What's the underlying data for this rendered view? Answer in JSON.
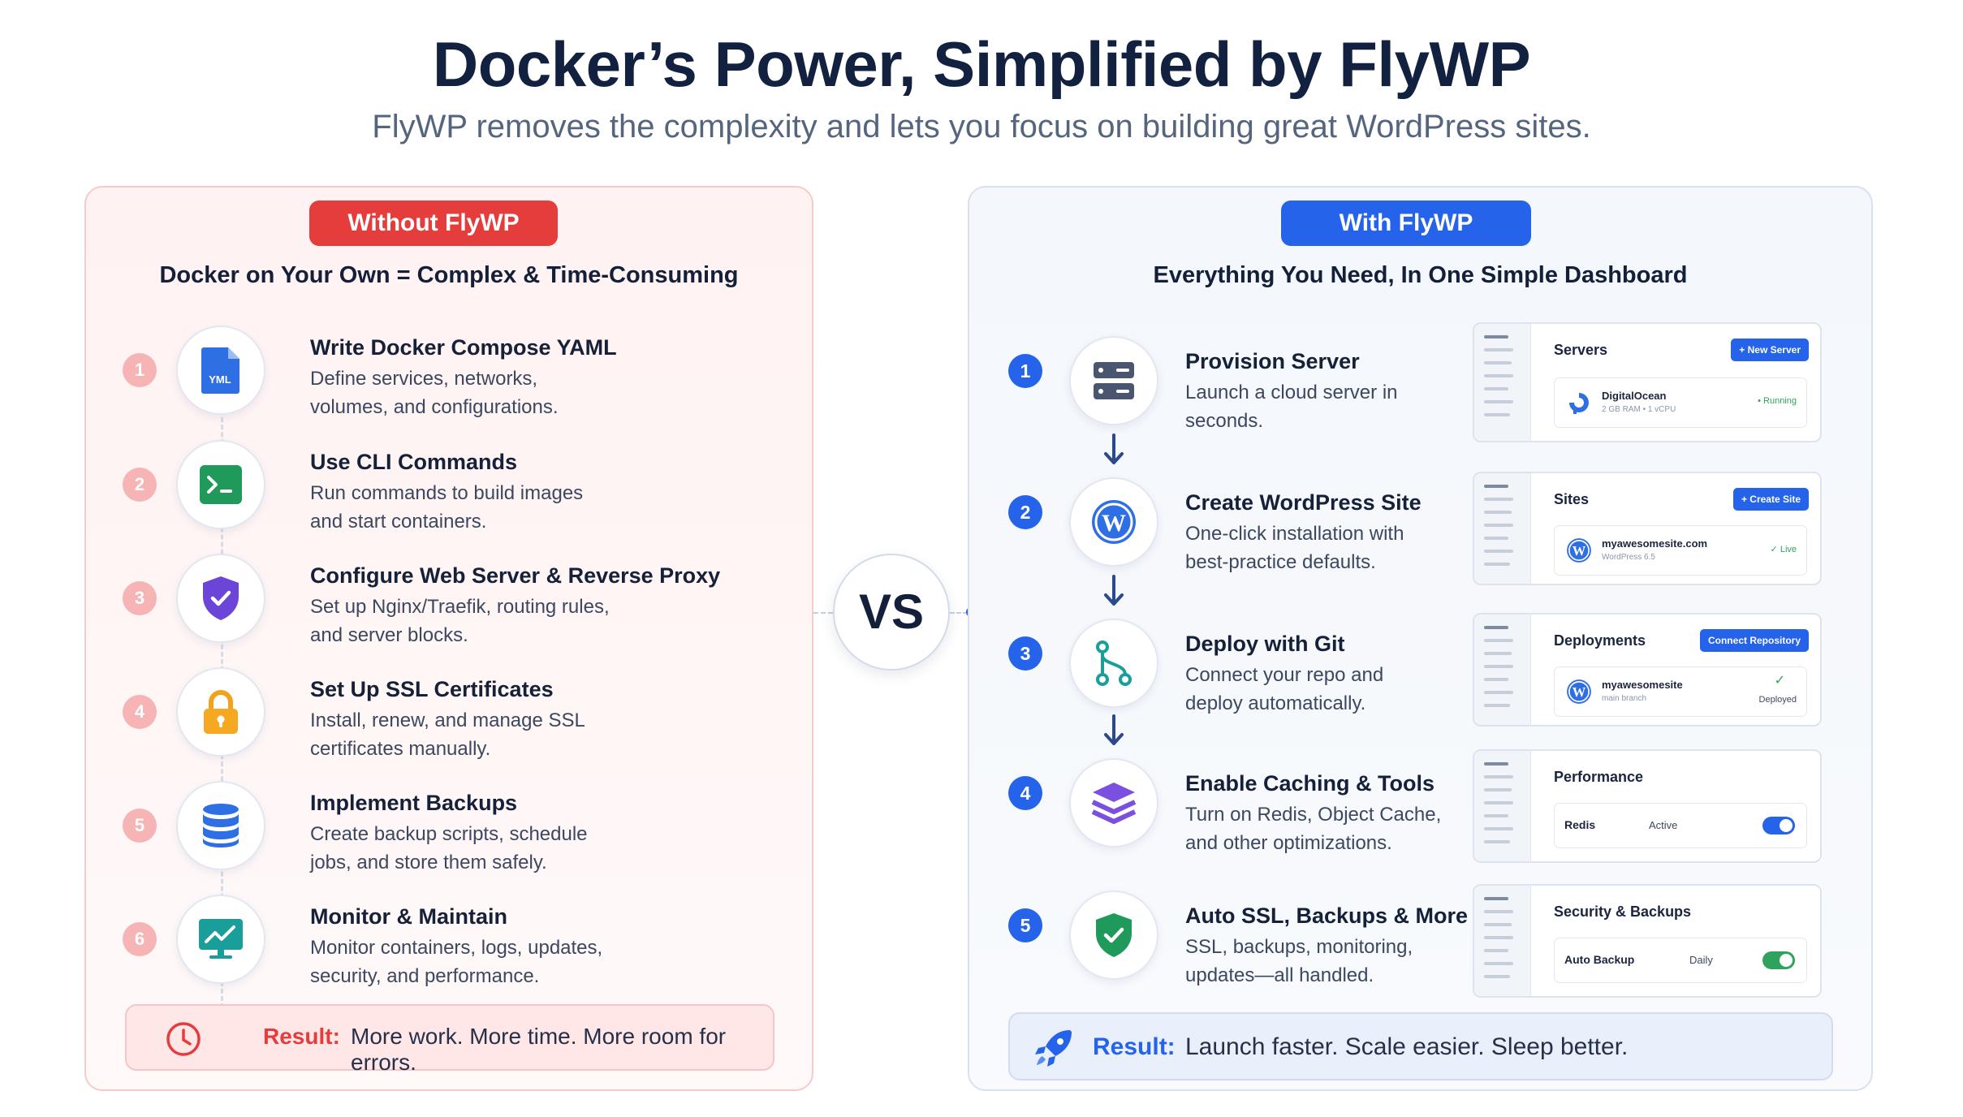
{
  "header": {
    "title": "Docker’s Power, Simplified by FlyWP",
    "subtitle": "FlyWP removes the complexity and lets you focus on building great WordPress sites."
  },
  "left": {
    "badge": "Without FlyWP",
    "heading": "Docker on Your Own = Complex & Time-Consuming",
    "steps": [
      {
        "num": "1",
        "title": "Write Docker Compose YAML",
        "desc1": "Define services, networks,",
        "desc2": "volumes, and configurations.",
        "icon": "yaml-file-icon"
      },
      {
        "num": "2",
        "title": "Use CLI Commands",
        "desc1": "Run commands to build images",
        "desc2": "and start containers.",
        "icon": "terminal-icon"
      },
      {
        "num": "3",
        "title": "Configure Web Server & Reverse Proxy",
        "desc1": "Set up Nginx/Traefik, routing rules,",
        "desc2": "and server blocks.",
        "icon": "shield-check-icon"
      },
      {
        "num": "4",
        "title": "Set Up SSL Certificates",
        "desc1": "Install, renew, and manage SSL",
        "desc2": "certificates manually.",
        "icon": "lock-icon"
      },
      {
        "num": "5",
        "title": "Implement Backups",
        "desc1": "Create backup scripts, schedule",
        "desc2": "jobs, and store them safely.",
        "icon": "database-icon"
      },
      {
        "num": "6",
        "title": "Monitor & Maintain",
        "desc1": "Monitor containers, logs, updates,",
        "desc2": "security, and performance.",
        "icon": "monitor-chart-icon"
      }
    ],
    "result_label": "Result:",
    "result_text": "More work. More time. More room for errors."
  },
  "vs": "VS",
  "right": {
    "badge": "With FlyWP",
    "heading": "Everything You Need, In One Simple Dashboard",
    "steps": [
      {
        "num": "1",
        "title": "Provision Server",
        "desc1": "Launch a cloud server in",
        "desc2": "seconds.",
        "icon": "server-icon"
      },
      {
        "num": "2",
        "title": "Create WordPress Site",
        "desc1": "One-click installation with",
        "desc2": "best-practice defaults.",
        "icon": "wordpress-icon"
      },
      {
        "num": "3",
        "title": "Deploy with Git",
        "desc1": "Connect your repo and",
        "desc2": "deploy automatically.",
        "icon": "git-branch-icon"
      },
      {
        "num": "4",
        "title": "Enable Caching & Tools",
        "desc1": "Turn on Redis, Object Cache,",
        "desc2": "and other optimizations.",
        "icon": "layers-icon"
      },
      {
        "num": "5",
        "title": "Auto SSL, Backups & More",
        "desc1": "SSL, backups, monitoring,",
        "desc2": "updates—all handled.",
        "icon": "shield-check-icon"
      }
    ],
    "mini": {
      "servers": {
        "title": "Servers",
        "button": "+ New Server",
        "name": "DigitalOcean",
        "meta": "2 GB RAM • 1 vCPU",
        "status": "• Running"
      },
      "sites": {
        "title": "Sites",
        "button": "+ Create Site",
        "name": "myawesomesite.com",
        "meta": "WordPress 6.5",
        "status": "✓ Live"
      },
      "deployments": {
        "title": "Deployments",
        "button": "Connect Repository",
        "name": "myawesomesite",
        "meta": "main branch",
        "check": "✓",
        "status": "Deployed"
      },
      "performance": {
        "title": "Performance",
        "key": "Redis",
        "value": "Active",
        "toggle_on": true
      },
      "security": {
        "title": "Security & Backups",
        "key": "Auto Backup",
        "value": "Daily",
        "toggle_on": true
      }
    },
    "result_label": "Result:",
    "result_text": "Launch faster. Scale easier. Sleep better."
  },
  "colors": {
    "red": "#e53c3c",
    "blue": "#2563eb",
    "green": "#2fa35d",
    "navy": "#12213f"
  }
}
